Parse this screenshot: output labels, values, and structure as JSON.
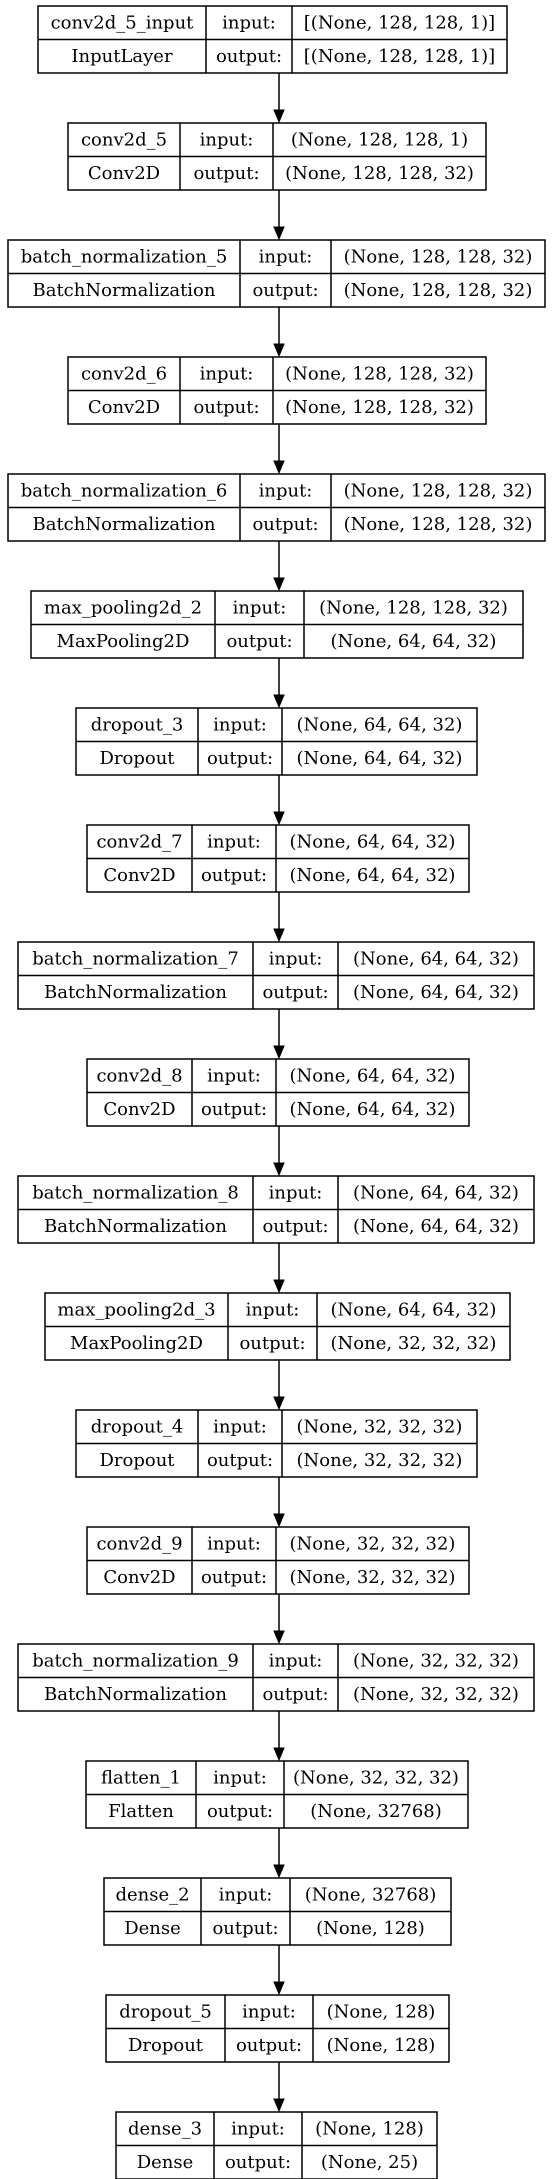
{
  "layers": [
    {
      "name": "conv2d_5_input",
      "type": "InputLayer",
      "in_label": "input:",
      "out_label": "output:",
      "input": "[(None, 128, 128, 1)]",
      "output": "[(None, 128, 128, 1)]"
    },
    {
      "name": "conv2d_5",
      "type": "Conv2D",
      "in_label": "input:",
      "out_label": "output:",
      "input": "(None, 128, 128, 1)",
      "output": "(None, 128, 128, 32)"
    },
    {
      "name": "batch_normalization_5",
      "type": "BatchNormalization",
      "in_label": "input:",
      "out_label": "output:",
      "input": "(None, 128, 128, 32)",
      "output": "(None, 128, 128, 32)"
    },
    {
      "name": "conv2d_6",
      "type": "Conv2D",
      "in_label": "input:",
      "out_label": "output:",
      "input": "(None, 128, 128, 32)",
      "output": "(None, 128, 128, 32)"
    },
    {
      "name": "batch_normalization_6",
      "type": "BatchNormalization",
      "in_label": "input:",
      "out_label": "output:",
      "input": "(None, 128, 128, 32)",
      "output": "(None, 128, 128, 32)"
    },
    {
      "name": "max_pooling2d_2",
      "type": "MaxPooling2D",
      "in_label": "input:",
      "out_label": "output:",
      "input": "(None, 128, 128, 32)",
      "output": "(None, 64, 64, 32)"
    },
    {
      "name": "dropout_3",
      "type": "Dropout",
      "in_label": "input:",
      "out_label": "output:",
      "input": "(None, 64, 64, 32)",
      "output": "(None, 64, 64, 32)"
    },
    {
      "name": "conv2d_7",
      "type": "Conv2D",
      "in_label": "input:",
      "out_label": "output:",
      "input": "(None, 64, 64, 32)",
      "output": "(None, 64, 64, 32)"
    },
    {
      "name": "batch_normalization_7",
      "type": "BatchNormalization",
      "in_label": "input:",
      "out_label": "output:",
      "input": "(None, 64, 64, 32)",
      "output": "(None, 64, 64, 32)"
    },
    {
      "name": "conv2d_8",
      "type": "Conv2D",
      "in_label": "input:",
      "out_label": "output:",
      "input": "(None, 64, 64, 32)",
      "output": "(None, 64, 64, 32)"
    },
    {
      "name": "batch_normalization_8",
      "type": "BatchNormalization",
      "in_label": "input:",
      "out_label": "output:",
      "input": "(None, 64, 64, 32)",
      "output": "(None, 64, 64, 32)"
    },
    {
      "name": "max_pooling2d_3",
      "type": "MaxPooling2D",
      "in_label": "input:",
      "out_label": "output:",
      "input": "(None, 64, 64, 32)",
      "output": "(None, 32, 32, 32)"
    },
    {
      "name": "dropout_4",
      "type": "Dropout",
      "in_label": "input:",
      "out_label": "output:",
      "input": "(None, 32, 32, 32)",
      "output": "(None, 32, 32, 32)"
    },
    {
      "name": "conv2d_9",
      "type": "Conv2D",
      "in_label": "input:",
      "out_label": "output:",
      "input": "(None, 32, 32, 32)",
      "output": "(None, 32, 32, 32)"
    },
    {
      "name": "batch_normalization_9",
      "type": "BatchNormalization",
      "in_label": "input:",
      "out_label": "output:",
      "input": "(None, 32, 32, 32)",
      "output": "(None, 32, 32, 32)"
    },
    {
      "name": "flatten_1",
      "type": "Flatten",
      "in_label": "input:",
      "out_label": "output:",
      "input": "(None, 32, 32, 32)",
      "output": "(None, 32768)"
    },
    {
      "name": "dense_2",
      "type": "Dense",
      "in_label": "input:",
      "out_label": "output:",
      "input": "(None, 32768)",
      "output": "(None, 128)"
    },
    {
      "name": "dropout_5",
      "type": "Dropout",
      "in_label": "input:",
      "out_label": "output:",
      "input": "(None, 128)",
      "output": "(None, 128)"
    },
    {
      "name": "dense_3",
      "type": "Dense",
      "in_label": "input:",
      "out_label": "output:",
      "input": "(None, 128)",
      "output": "(None, 25)"
    }
  ],
  "colors": {
    "line": "#000000",
    "background": "#ffffff",
    "text": "#000000"
  }
}
